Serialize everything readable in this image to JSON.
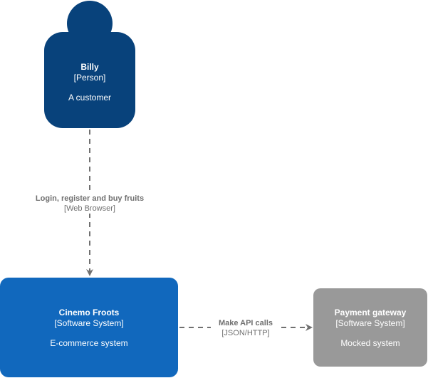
{
  "diagram": {
    "colors": {
      "person": "#08427b",
      "software_system": "#1168bd",
      "external_system": "#999999",
      "edge": "#707070"
    },
    "nodes": {
      "billy": {
        "name": "Billy",
        "kind": "[Person]",
        "description": "A customer"
      },
      "cinemo_froots": {
        "name": "Cinemo Froots",
        "kind": "[Software System]",
        "description": "E-commerce system"
      },
      "payment_gateway": {
        "name": "Payment gateway",
        "kind": "[Software System]",
        "description": "Mocked system"
      }
    },
    "edges": {
      "billy_to_froots": {
        "label": "Login, register and buy fruits",
        "technology": "[Web Browser]"
      },
      "froots_to_gateway": {
        "label": "Make API calls",
        "technology": "[JSON/HTTP]"
      }
    }
  }
}
